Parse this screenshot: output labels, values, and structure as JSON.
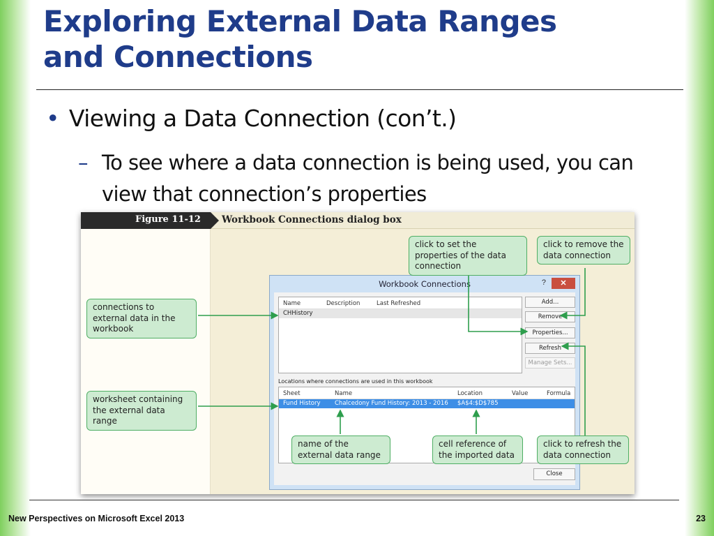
{
  "slide": {
    "title_line1": "Exploring External Data Ranges",
    "title_line2": "and Connections",
    "bullet1": "Viewing a Data Connection (con’t.)",
    "bullet2": "To see where a data connection is being used, you can view that connection’s properties",
    "footer_left": "New Perspectives on Microsoft Excel 2013",
    "page_number": "23"
  },
  "figure": {
    "number": "Figure 11-12",
    "caption": "Workbook Connections dialog box"
  },
  "dialog": {
    "title": "Workbook Connections",
    "help": "?",
    "close": "✕",
    "connections_columns": [
      "Name",
      "Description",
      "Last Refreshed"
    ],
    "connections_rows": [
      {
        "name": "CHHistory",
        "description": "",
        "last_refreshed": ""
      }
    ],
    "buttons": {
      "add": "Add...",
      "remove": "Remove",
      "properties": "Properties...",
      "refresh": "Refresh",
      "manage_sets": "Manage Sets..."
    },
    "locations_label": "Locations where connections are used in this workbook",
    "locations_columns": [
      "Sheet",
      "Name",
      "Location",
      "Value",
      "Formula"
    ],
    "locations_rows": [
      {
        "sheet": "Fund History",
        "name": "Chalcedony Fund History: 2013 - 2016",
        "location": "$A$4:$D$785",
        "value": "",
        "formula": ""
      }
    ],
    "close_button": "Close"
  },
  "callouts": {
    "set_properties": "click to set the properties of the data connection",
    "remove": "click to remove the data connection",
    "connections": "connections to external data in the workbook",
    "worksheet": "worksheet containing the external data range",
    "range_name": "name of the external data range",
    "cell_reference": "cell reference of the imported data",
    "refresh": "click to refresh the data connection"
  },
  "colors": {
    "title": "#1f3c8a",
    "callout_fill": "#cdebd1",
    "callout_border": "#4fae64",
    "selected_row": "#3d8ee6",
    "close_button": "#c94f3f"
  }
}
